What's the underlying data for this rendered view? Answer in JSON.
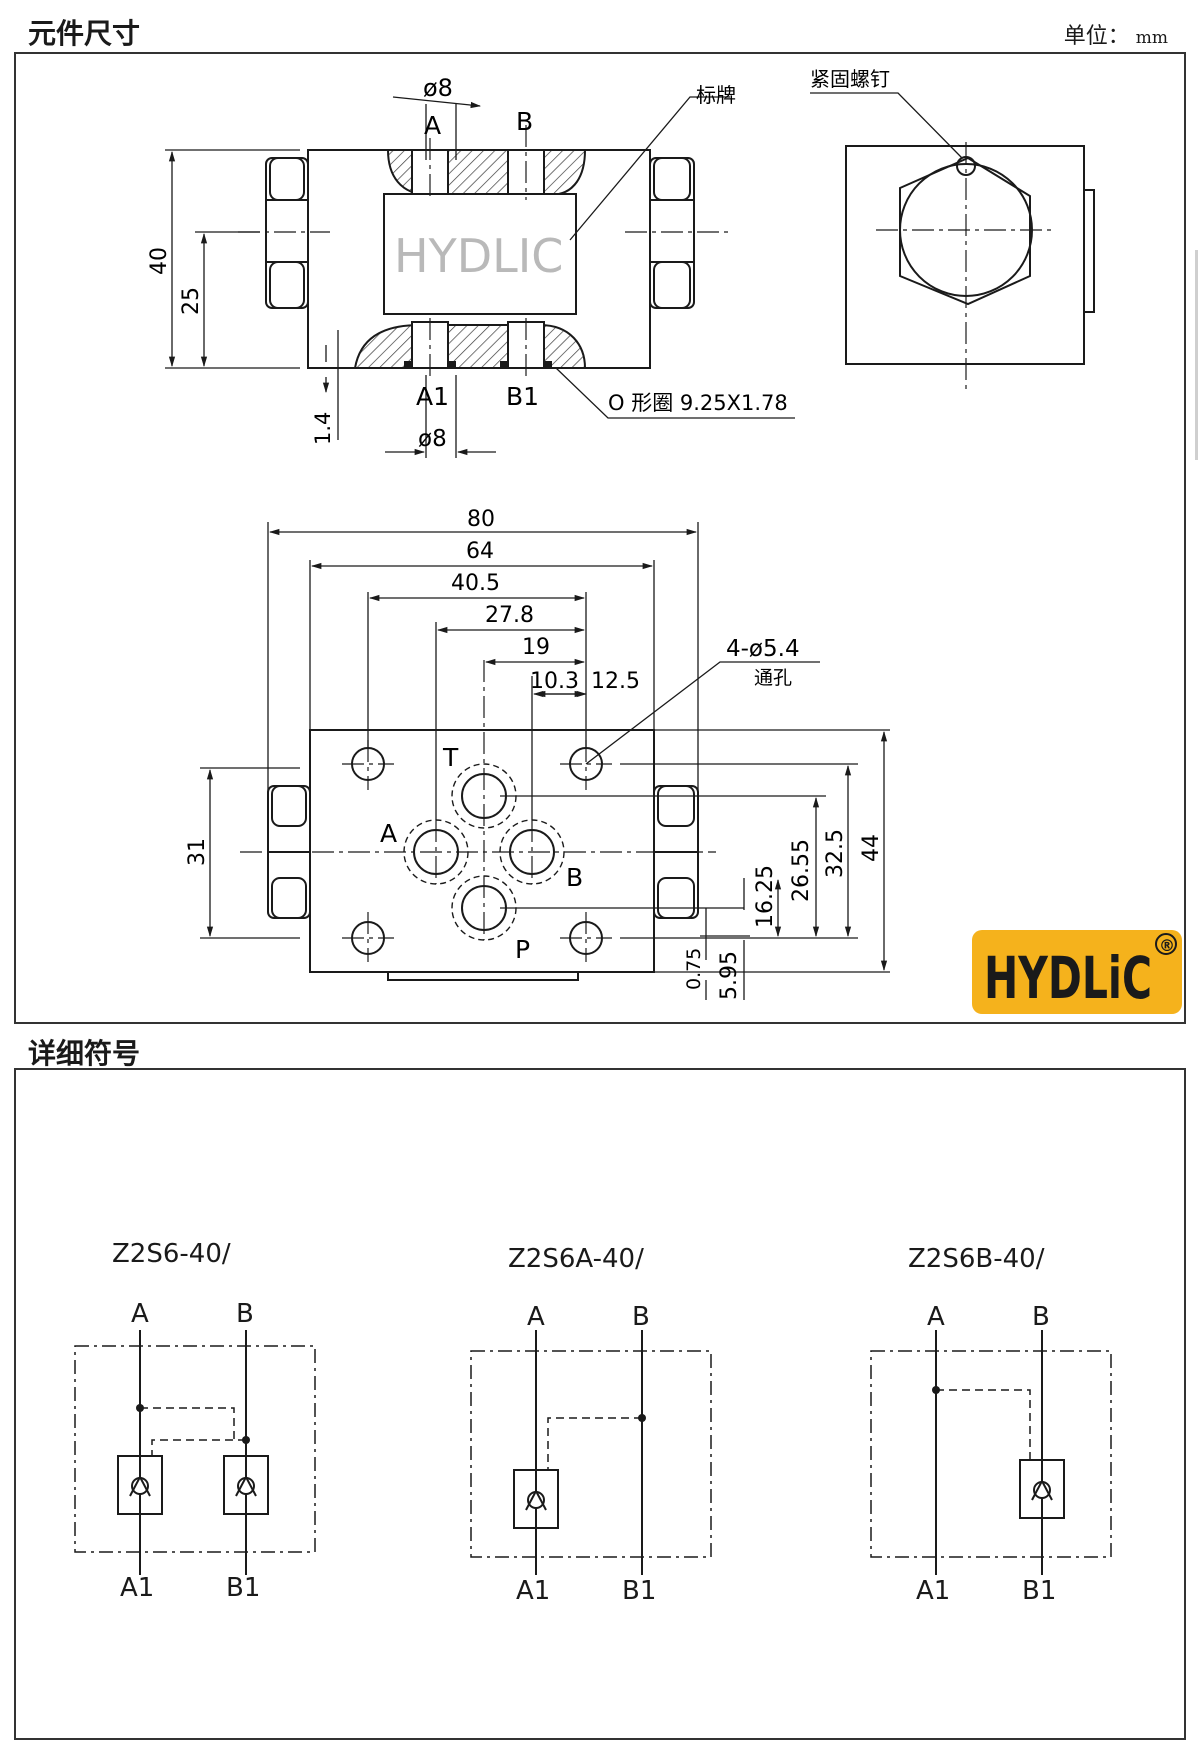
{
  "header": {
    "title": "元件尺寸",
    "unit_label": "单位：",
    "unit_value": "mm"
  },
  "section2": {
    "title": "详细符号"
  },
  "colors": {
    "logo_bg": "#f5b21c",
    "logo_text": "#1a1a1a",
    "line": "#1a1a1a",
    "hatch": "#3a3a3a"
  },
  "top_view": {
    "watermark": "HYDLIC",
    "port_a": "A",
    "port_b": "B",
    "port_a1": "A1",
    "port_b1": "B1",
    "dia_top": "ø8",
    "dia_bottom": "ø8",
    "nameplate": "标牌",
    "oring": "O 形圈 9.25X1.78",
    "dim_40": "40",
    "dim_25": "25",
    "dim_1_4": "1.4"
  },
  "side_view": {
    "screw": "紧固螺钉"
  },
  "plan_view": {
    "dims_h": [
      "80",
      "64",
      "40.5",
      "27.8",
      "19",
      "10.3",
      "12.5"
    ],
    "dims_v": [
      "31",
      "44",
      "32.5",
      "26.55",
      "16.25",
      "5.95",
      "0.75"
    ],
    "holes_note": "4-ø5.4",
    "holes_sub": "通孔",
    "port_t": "T",
    "port_a": "A",
    "port_b": "B",
    "port_p": "P"
  },
  "logo": {
    "text": "HYDLiC",
    "mark": "®"
  },
  "symbols": [
    {
      "model": "Z2S6-40/",
      "top_a": "A",
      "top_b": "B",
      "bot_a": "A1",
      "bot_b": "B1"
    },
    {
      "model": "Z2S6A-40/",
      "top_a": "A",
      "top_b": "B",
      "bot_a": "A1",
      "bot_b": "B1"
    },
    {
      "model": "Z2S6B-40/",
      "top_a": "A",
      "top_b": "B",
      "bot_a": "A1",
      "bot_b": "B1"
    }
  ]
}
